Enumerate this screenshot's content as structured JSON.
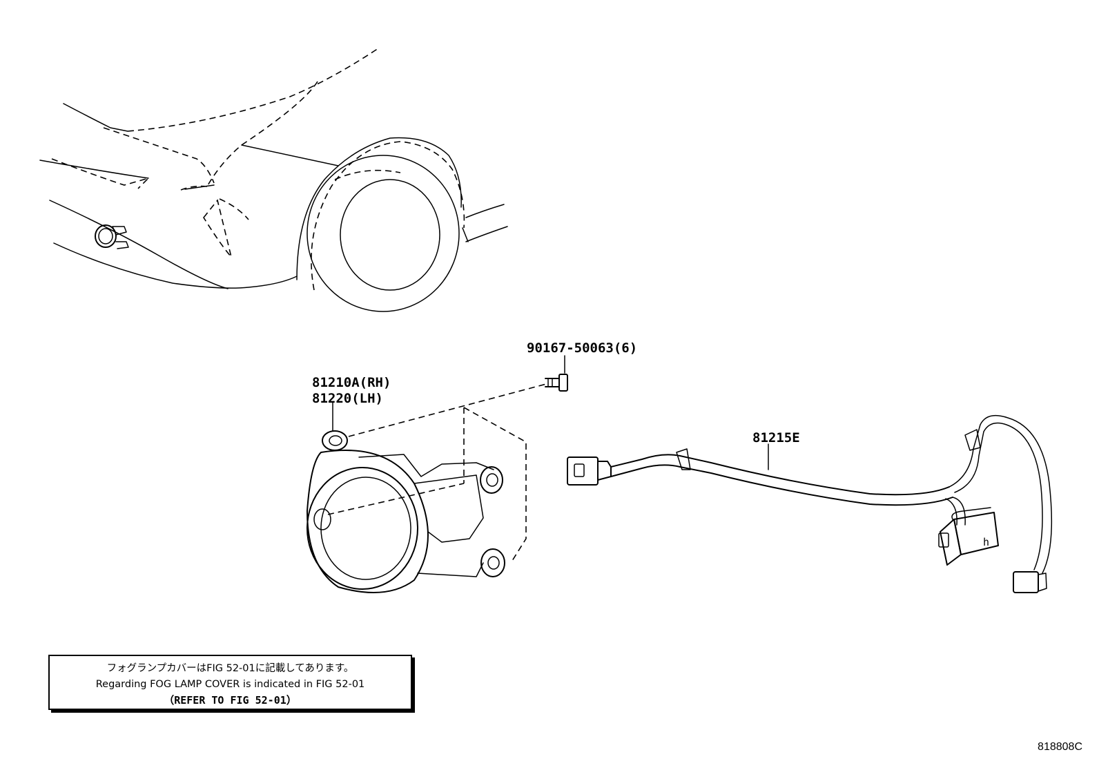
{
  "parts": {
    "fog_lamp_rh": "81210A(RH)",
    "fog_lamp_lh": "81220(LH)",
    "screw": "90167-50063(6)",
    "wire_harness": "81215E"
  },
  "note": {
    "line_jp": "フォグランプカバーはFIG 52-01に記載してあります。",
    "line_en": "Regarding FOG LAMP COVER is indicated in FIG 52-01",
    "line_ref": "（REFER TO FIG 52-01）"
  },
  "figure_code": "818808C"
}
